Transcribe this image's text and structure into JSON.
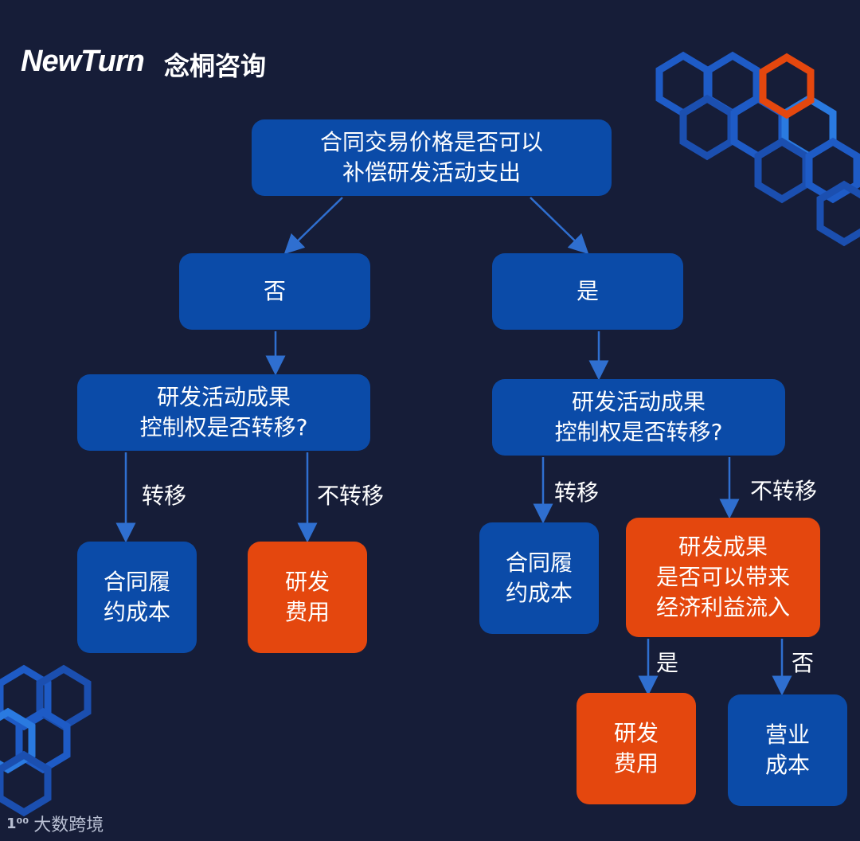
{
  "brand": {
    "logo_text": "NewTurn",
    "logo_cn": "念桐咨询"
  },
  "watermark": {
    "icon": "100-icon",
    "text": "大数跨境"
  },
  "colors": {
    "background": "#161d38",
    "box_blue": "#0b4ba8",
    "box_orange": "#e4470e",
    "arrow": "#2f6fd0"
  },
  "nodes": {
    "root": "合同交易价格是否可以\n补偿研发活动支出",
    "no": "否",
    "yes": "是",
    "left_question": "研发活动成果\n控制权是否转移?",
    "right_question": "研发活动成果\n控制权是否转移?",
    "left_contract_cost": "合同履\n约成本",
    "left_rd_expense": "研发\n费用",
    "right_contract_cost": "合同履\n约成本",
    "benefit_question": "研发成果\n是否可以带来\n经济利益流入",
    "bottom_rd_expense": "研发\n费用",
    "operating_cost": "营业\n成本"
  },
  "edge_labels": {
    "left_transfer": "转移",
    "left_no_transfer": "不转移",
    "right_transfer": "转移",
    "right_no_transfer": "不转移",
    "benefit_yes": "是",
    "benefit_no": "否"
  }
}
